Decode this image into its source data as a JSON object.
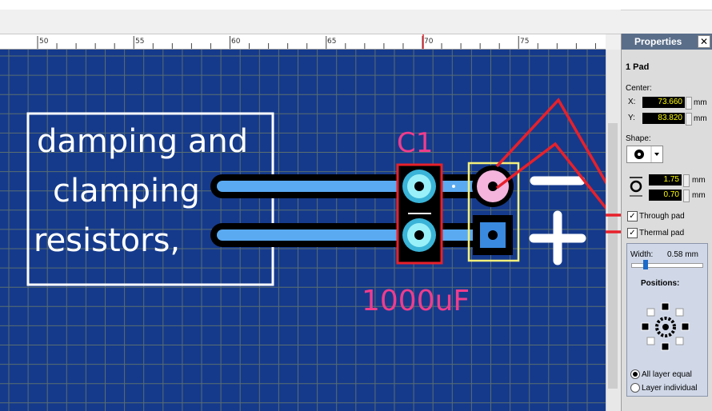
{
  "ruler": {
    "ticks": [
      "50",
      "55",
      "60",
      "65",
      "70",
      "75"
    ]
  },
  "canvas": {
    "text_block": [
      "damping and",
      "clamping",
      "resistors,"
    ],
    "component_ref": "C1",
    "component_value": "1000uF",
    "minus_sign": "−",
    "plus_sign": "+"
  },
  "properties": {
    "title": "Properties",
    "close": "✕",
    "selection": "1 Pad",
    "center_label": "Center:",
    "x_label": "X:",
    "x_value": "73.660",
    "y_label": "Y:",
    "y_value": "83.820",
    "unit": "mm",
    "shape_label": "Shape:",
    "outer_value": "1.75",
    "drill_value": "0.70",
    "through_pad_label": "Through pad",
    "thermal_pad_label": "Thermal pad",
    "width_label": "Width:",
    "width_value": "0.58 mm",
    "positions_label": "Positions:",
    "all_layer_label": "All layer equal",
    "layer_individual_label": "Layer individual"
  },
  "colors": {
    "board": "#153a8c",
    "grid": "#5a6e70",
    "track": "#5aaaf2",
    "silkscreen": "#ffffff",
    "component_label": "#f03c8c",
    "annotation": "#e8202a"
  }
}
